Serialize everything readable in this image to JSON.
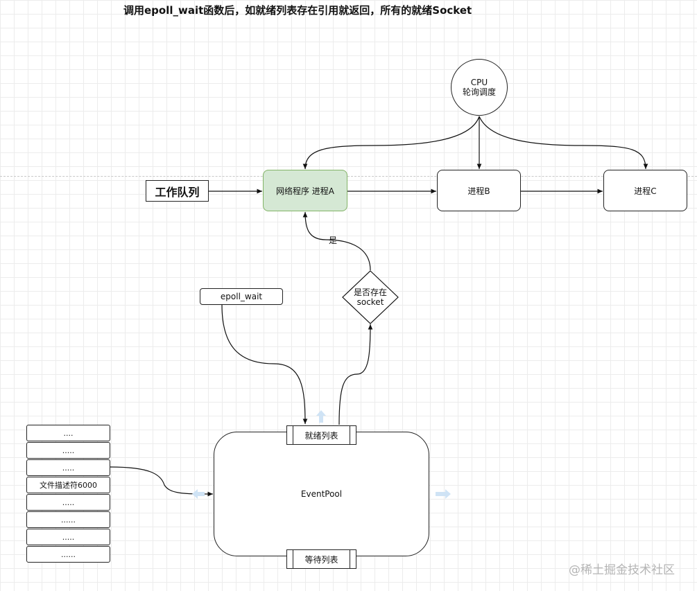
{
  "title": "调用epoll_wait函数后，如就绪列表存在引用就返回，所有的就绪Socket",
  "cpu": {
    "line1": "CPU",
    "line2": "轮询调度"
  },
  "work_queue": "工作队列",
  "processes": {
    "a": "网络程序  进程A",
    "b": "进程B",
    "c": "进程C"
  },
  "epoll_wait": "epoll_wait",
  "decision": {
    "line1": "是否存在",
    "line2": "socket"
  },
  "yes_label": "是",
  "event_pool": "EventPool",
  "ready_list": "就绪列表",
  "wait_list": "等待列表",
  "fd_items": [
    "....",
    ".....",
    ".....",
    "文件描述符6000",
    ".....",
    "......",
    ".....",
    "......"
  ],
  "watermark": "@稀土掘金技术社区",
  "colors": {
    "highlight_fill": "#d5e8d4",
    "highlight_stroke": "#82b366",
    "stroke": "#222222"
  }
}
